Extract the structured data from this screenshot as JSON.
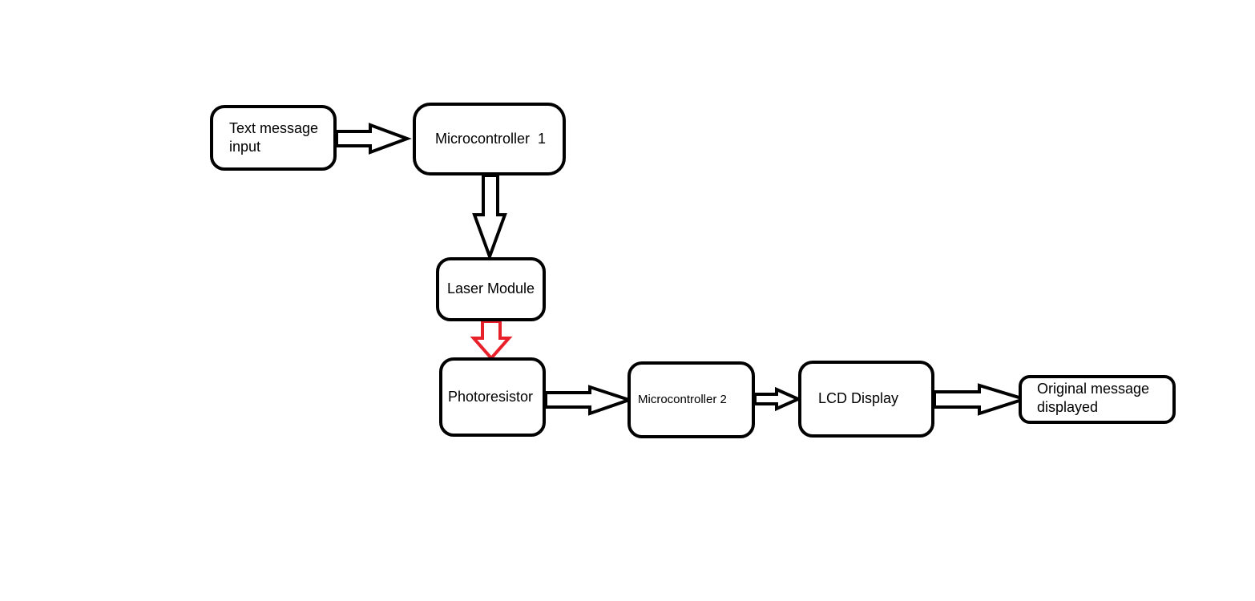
{
  "diagram": {
    "nodes": [
      {
        "id": "text-input",
        "label": "Text message input"
      },
      {
        "id": "mc1",
        "label": "Microcontroller  1"
      },
      {
        "id": "laser",
        "label": "Laser Module"
      },
      {
        "id": "photo",
        "label": "Photoresistor"
      },
      {
        "id": "mc2",
        "label": "Microcontroller 2"
      },
      {
        "id": "lcd",
        "label": "LCD Display"
      },
      {
        "id": "orig",
        "label": "Original message displayed"
      }
    ],
    "edges": [
      {
        "from": "text-input",
        "to": "mc1",
        "color": "#000000"
      },
      {
        "from": "mc1",
        "to": "laser",
        "color": "#000000"
      },
      {
        "from": "laser",
        "to": "photo",
        "color": "#e8202a"
      },
      {
        "from": "photo",
        "to": "mc2",
        "color": "#000000"
      },
      {
        "from": "mc2",
        "to": "lcd",
        "color": "#000000"
      },
      {
        "from": "lcd",
        "to": "orig",
        "color": "#000000"
      }
    ]
  }
}
